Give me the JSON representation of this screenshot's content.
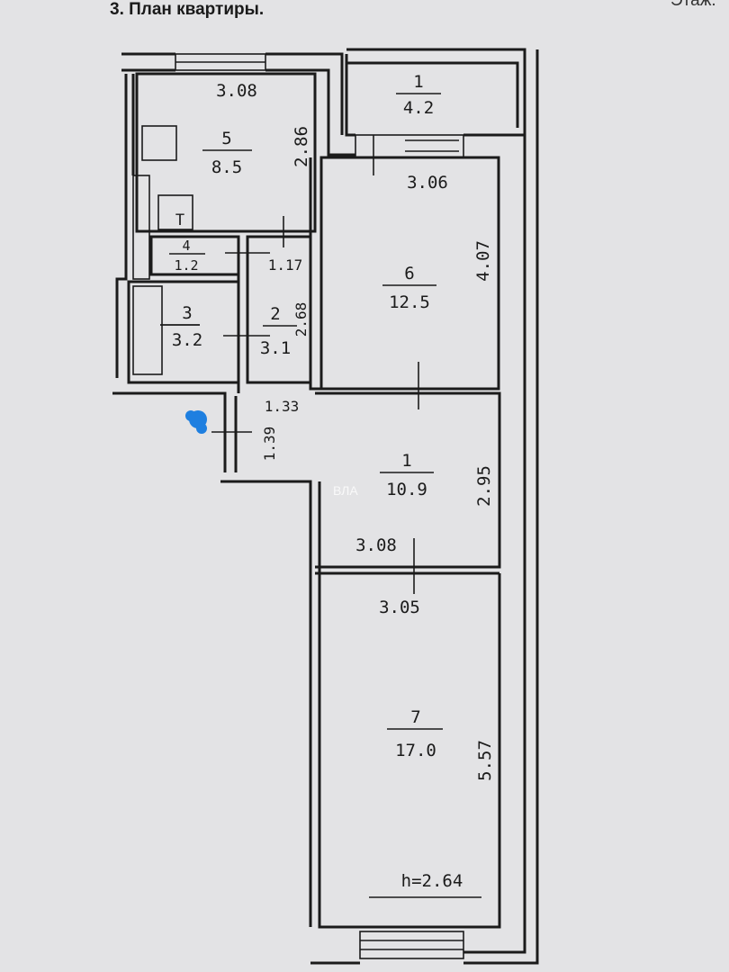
{
  "header": {
    "title": "3.  План квартиры.",
    "floor_label": "Этаж."
  },
  "rooms": [
    {
      "number": "1",
      "area": "4.2"
    },
    {
      "number": "5",
      "area": "8.5"
    },
    {
      "number": "6",
      "area": "12.5"
    },
    {
      "number": "4",
      "area": "1.2"
    },
    {
      "number": "3",
      "area": "3.2"
    },
    {
      "number": "2",
      "area": "3.1"
    },
    {
      "number": "1",
      "area": "10.9"
    },
    {
      "number": "7",
      "area": "17.0"
    }
  ],
  "dimensions": [
    "3.08",
    "2.86",
    "3.06",
    "4.07",
    "1.17",
    "2.68",
    "1.33",
    "1.39",
    "2.95",
    "3.08",
    "3.05",
    "5.57"
  ],
  "ceiling_height": "h=2.64",
  "fixture_label": "T",
  "watermark": "ВЛА",
  "marker_color": "#1e7fe0"
}
